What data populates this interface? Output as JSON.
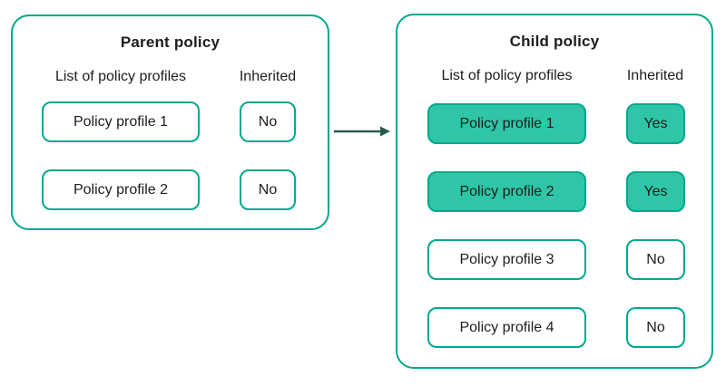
{
  "diagram": {
    "description": "Policy profile inheritance from parent policy to child policy",
    "colors": {
      "outline_teal": "#00a88e",
      "highlight_fill": "#2ec6a6",
      "arrow": "#265a51",
      "text": "#1d1d1b",
      "background": "#ffffff"
    }
  },
  "parent": {
    "title": "Parent policy",
    "col_profiles": "List of policy profiles",
    "col_inherited": "Inherited",
    "rows": [
      {
        "profile": "Policy profile 1",
        "inherited": "No",
        "highlighted": false
      },
      {
        "profile": "Policy profile 2",
        "inherited": "No",
        "highlighted": false
      }
    ]
  },
  "child": {
    "title": "Child policy",
    "col_profiles": "List of policy profiles",
    "col_inherited": "Inherited",
    "rows": [
      {
        "profile": "Policy profile 1",
        "inherited": "Yes",
        "highlighted": true
      },
      {
        "profile": "Policy profile 2",
        "inherited": "Yes",
        "highlighted": true
      },
      {
        "profile": "Policy profile 3",
        "inherited": "No",
        "highlighted": false
      },
      {
        "profile": "Policy profile 4",
        "inherited": "No",
        "highlighted": false
      }
    ]
  },
  "arrow": {
    "direction": "right"
  }
}
